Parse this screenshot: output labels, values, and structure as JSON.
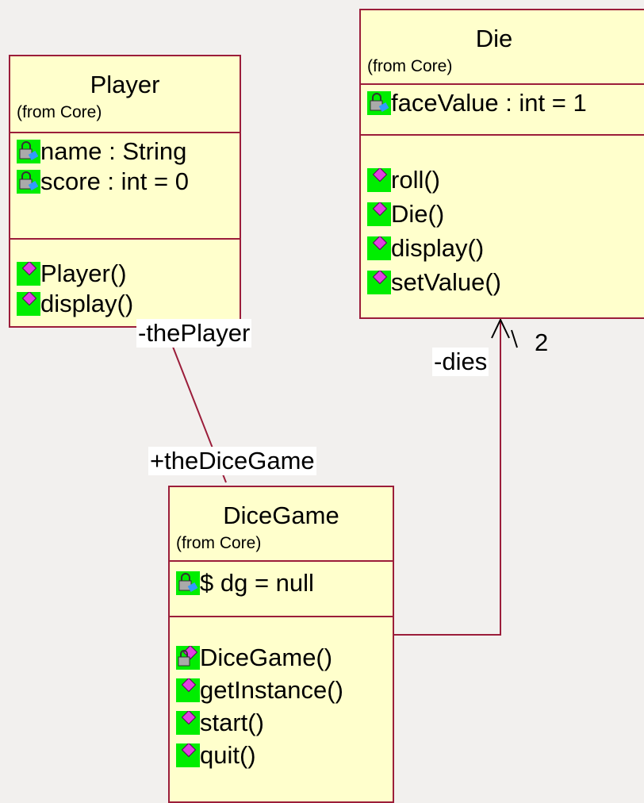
{
  "classes": {
    "player": {
      "name": "Player",
      "from": "(from Core)",
      "attributes": [
        "name : String",
        "score : int = 0"
      ],
      "operations": [
        "Player()",
        "display()"
      ]
    },
    "die": {
      "name": "Die",
      "from": "(from Core)",
      "attributes": [
        "faceValue : int = 1"
      ],
      "operations": [
        "roll()",
        "Die()",
        "display()",
        "setValue()"
      ]
    },
    "dicegame": {
      "name": "DiceGame",
      "from": "(from Core)",
      "attributes": [
        "$ dg = null"
      ],
      "operations": [
        "DiceGame()",
        "getInstance()",
        "start()",
        "quit()"
      ]
    }
  },
  "associations": {
    "player_role": "-thePlayer",
    "dicegame_role": "+theDiceGame",
    "dies_role": "-dies",
    "dies_multiplicity": "2"
  },
  "colors": {
    "box_fill": "#ffffcc",
    "box_border": "#9b1d3a",
    "icon_bg": "#00ee00",
    "public_op_icon": "#e040e0"
  },
  "icons": {
    "private_attribute": "lock-icon",
    "public_operation": "diamond-icon",
    "private_operation": "lock-diamond-icon"
  }
}
